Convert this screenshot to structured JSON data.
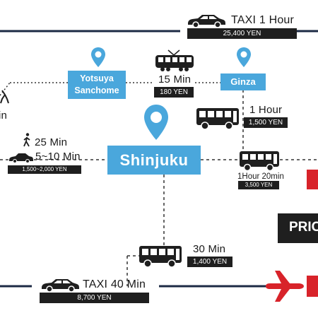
{
  "stations": {
    "shinjuku": "Shinjuku",
    "yotsuya": [
      "Yotsuya",
      "Sanchome"
    ],
    "ginza": "Ginza"
  },
  "routes": {
    "taxi_top": {
      "label": "TAXI 1 Hour",
      "price": "25,400 YEN"
    },
    "train": {
      "label": "15 Min",
      "price": "180 YEN"
    },
    "bus_ginza": {
      "label": "1 Hour",
      "price": "1,500 YEN"
    },
    "walk": {
      "label": "25 Min",
      "partial_label": "in"
    },
    "taxi_left": {
      "label": "5~10 Min",
      "price": "1,500~2,000 YEN"
    },
    "bus_right": {
      "label": "1Hour 20min",
      "price": "3,500 YEN"
    },
    "bus_bottom": {
      "label": "30 Min",
      "price": "1,400 YEN"
    },
    "taxi_bottom": {
      "label": "TAXI 40 Min",
      "price": "8,700 YEN"
    }
  },
  "partial_box": {
    "label": "PRIC"
  },
  "icons": [
    "taxi-icon",
    "train-icon",
    "bus-icon",
    "walker-icon",
    "map-pin-icon",
    "airplane-icon"
  ],
  "colors": {
    "station_blue": "#4aa7dc",
    "dark": "#1f1f1f",
    "navy_line": "#1c2a44",
    "red": "#d8232a"
  }
}
